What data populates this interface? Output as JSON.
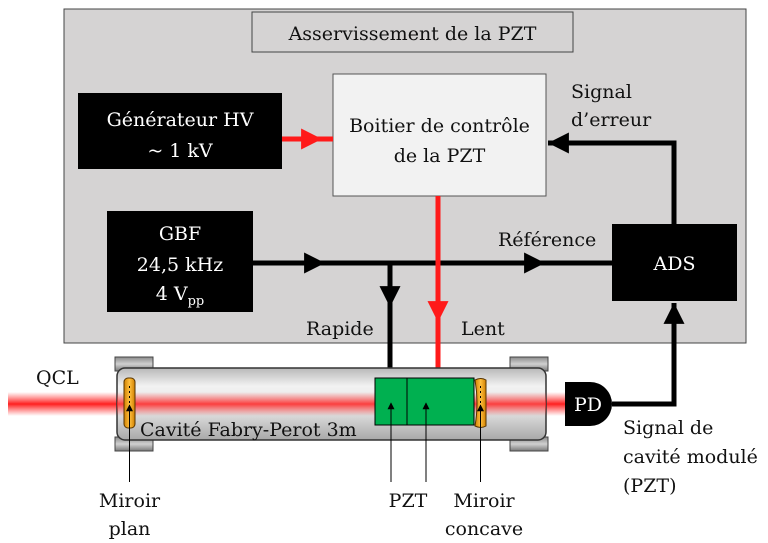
{
  "title": "Asservissement de la PZT",
  "blocks": {
    "hv": {
      "line1": "Générateur HV",
      "line2": "~ 1 kV"
    },
    "controller": {
      "line1": "Boitier de contrôle",
      "line2": "de la PZT"
    },
    "gbf": {
      "line1": "GBF",
      "line2": "24,5 kHz",
      "line3_main": "4 V",
      "line3_sub": "pp"
    },
    "ads": {
      "label": "ADS"
    },
    "pd": {
      "label": "PD"
    }
  },
  "signals": {
    "error_line1": "Signal",
    "error_line2": "d’erreur",
    "reference": "Référence",
    "fast": "Rapide",
    "slow": "Lent",
    "cavity_signal_line1": "Signal de",
    "cavity_signal_line2": "cavité modulé",
    "cavity_signal_line3": "(PZT)"
  },
  "laser": {
    "label": "QCL"
  },
  "cavity": {
    "label": "Cavité Fabry-Perot 3m"
  },
  "callouts": {
    "flat_mirror_line1": "Miroir",
    "flat_mirror_line2": "plan",
    "pzt": "PZT",
    "concave_mirror_line1": "Miroir",
    "concave_mirror_line2": "concave"
  },
  "colors": {
    "panel": "#d5d3d3",
    "block_dark": "#000000",
    "controller": "#f2f2f2",
    "hv_line": "#ff1a1a",
    "pzt_green": "#00b050",
    "laser_beam": "#ff3030",
    "mirror": "#f0a020"
  }
}
